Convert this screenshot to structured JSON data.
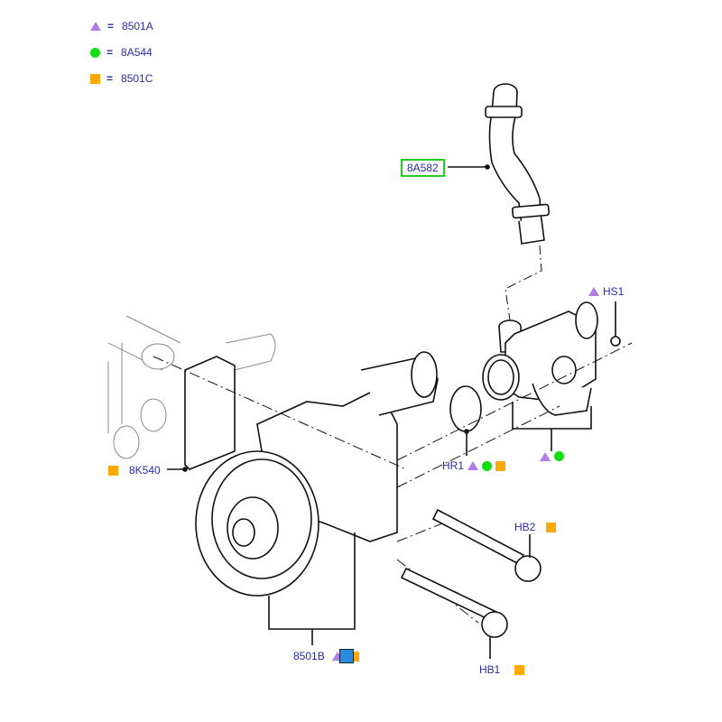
{
  "legend": [
    {
      "symbol": "triangle",
      "color": "#b07ee8",
      "code": "8501A"
    },
    {
      "symbol": "circle",
      "color": "#11dd11",
      "code": "8A544"
    },
    {
      "symbol": "square",
      "color": "#ffa800",
      "code": "8501C"
    }
  ],
  "legend_equals": "=",
  "parts": {
    "hose": {
      "label": "8A582",
      "highlighted": true,
      "highlight_color": "#22cc22"
    },
    "hs1": {
      "label": "HS1",
      "markers": [
        "triangle"
      ]
    },
    "hr1": {
      "label": "HR1",
      "markers": [
        "triangle",
        "circle",
        "square"
      ]
    },
    "housing": {
      "label": "",
      "markers": [
        "triangle",
        "circle"
      ]
    },
    "gasket": {
      "label": "8K540",
      "markers": [
        "square"
      ]
    },
    "pump": {
      "label": "8501B",
      "markers": [
        "triangle",
        "tool-icon",
        "square"
      ]
    },
    "hb2": {
      "label": "HB2",
      "markers": [
        "square"
      ]
    },
    "hb1": {
      "label": "HB1",
      "markers": [
        "square"
      ]
    }
  },
  "colors": {
    "label_text": "#2a2aa8",
    "line": "#111111"
  }
}
